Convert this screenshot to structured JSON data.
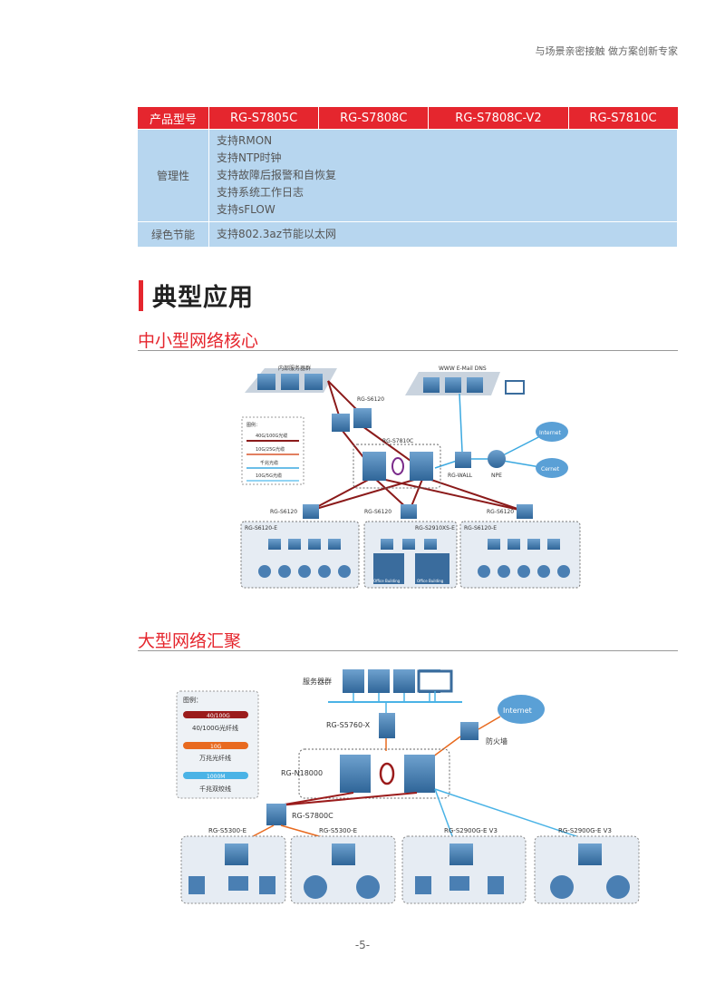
{
  "header": {
    "tagline": "与场景亲密接触  做方案创新专家"
  },
  "spec_table": {
    "headers": [
      "产品型号",
      "RG-S7805C",
      "RG-S7808C",
      "RG-S7808C-V2",
      "RG-S7810C"
    ],
    "management": {
      "label": "管理性",
      "items": [
        "支持RMON",
        "支持NTP时钟",
        "支持故障后报警和自恢复",
        "支持系统工作日志",
        "支持sFLOW"
      ]
    },
    "green": {
      "label": "绿色节能",
      "value": "支持802.3az节能以太网"
    }
  },
  "section_title": "典型应用",
  "diagram1": {
    "heading": "中小型网络核心",
    "labels": {
      "server_group": "内部服务器群",
      "services": "WWW  E-Mail  DNS",
      "core_pair": "RG-S6120",
      "core": "RG-S7810C",
      "firewall": "RG-WALL",
      "npe": "NPE",
      "internet": "Internet",
      "cernet": "Cernet",
      "legend_title": "图例：",
      "legend": [
        "40G/100G光缆",
        "10G/25G光缆",
        "千兆光缆",
        "10G/5G光缆"
      ],
      "agg_left": "RG-S6120",
      "agg_mid": "RG-S6120",
      "agg_right": "RG-S6120",
      "access_left": "RG-S6120-E",
      "access_mid": "RG-S2910XS-E",
      "access_right": "RG-S6120-E",
      "building1": "Office Building",
      "building2": "Office Building"
    },
    "colors": {
      "line_40g": "#8b1a1a",
      "line_10g": "#d9552b",
      "line_1g": "#3aa8e0",
      "line_5g": "#6ec6f0"
    }
  },
  "diagram2": {
    "heading": "大型网络汇聚",
    "labels": {
      "server_group": "服务器群",
      "top_switch": "RG-S5760-X",
      "internet": "Internet",
      "firewall": "防火墙",
      "core": "RG-N18000",
      "agg": "RG-S7800C",
      "acc1": "RG-S5300-E",
      "acc2": "RG-S5300-E",
      "acc3": "RG-S2900G-E V3",
      "acc4": "RG-S2900G-E V3",
      "legend_title": "图例：",
      "legend": [
        {
          "tag": "40/100G",
          "desc": "40/100G光纤线",
          "color": "#9b1c1c"
        },
        {
          "tag": "10G",
          "desc": "万兆光纤线",
          "color": "#e86a1f"
        },
        {
          "tag": "1000M",
          "desc": "千兆双绞线",
          "color": "#4ab3e6"
        }
      ]
    }
  },
  "footer": {
    "page": "-5-"
  }
}
